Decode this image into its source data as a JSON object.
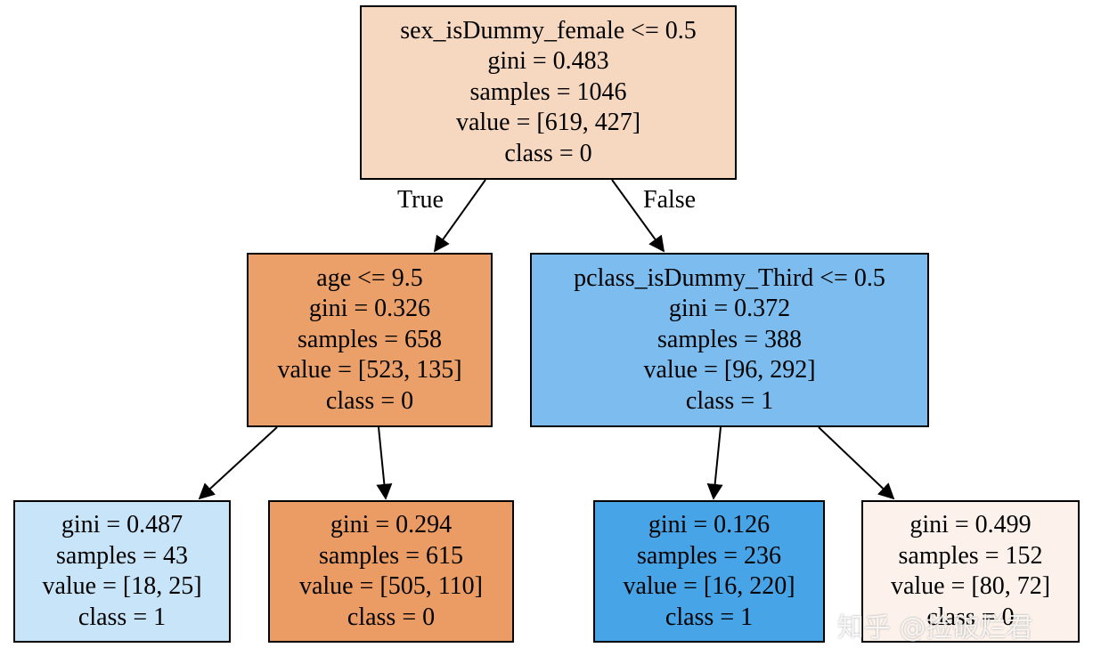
{
  "tree": {
    "root": {
      "lines": [
        "sex_isDummy_female <= 0.5",
        "gini = 0.483",
        "samples = 1046",
        "value = [619, 427]",
        "class = 0"
      ],
      "fill": "#f6d7c0"
    },
    "left": {
      "lines": [
        "age <= 9.5",
        "gini = 0.326",
        "samples = 658",
        "value = [523, 135]",
        "class = 0"
      ],
      "fill": "#eba06a"
    },
    "right": {
      "lines": [
        "pclass_isDummy_Third <= 0.5",
        "gini = 0.372",
        "samples = 388",
        "value = [96, 292]",
        "class = 1"
      ],
      "fill": "#7cbcee"
    },
    "left_left": {
      "lines": [
        "gini = 0.487",
        "samples = 43",
        "value = [18, 25]",
        "class = 1"
      ],
      "fill": "#c8e4f8"
    },
    "left_right": {
      "lines": [
        "gini = 0.294",
        "samples = 615",
        "value = [505, 110]",
        "class = 0"
      ],
      "fill": "#eb9c64"
    },
    "right_left": {
      "lines": [
        "gini = 0.126",
        "samples = 236",
        "value = [16, 220]",
        "class = 1"
      ],
      "fill": "#47a4e7"
    },
    "right_right": {
      "lines": [
        "gini = 0.499",
        "samples = 152",
        "value = [80, 72]",
        "class = 0"
      ],
      "fill": "#fcf2eb"
    },
    "edge_labels": {
      "true_label": "True",
      "false_label": "False"
    }
  },
  "watermark": "知乎 @捡破烂君"
}
